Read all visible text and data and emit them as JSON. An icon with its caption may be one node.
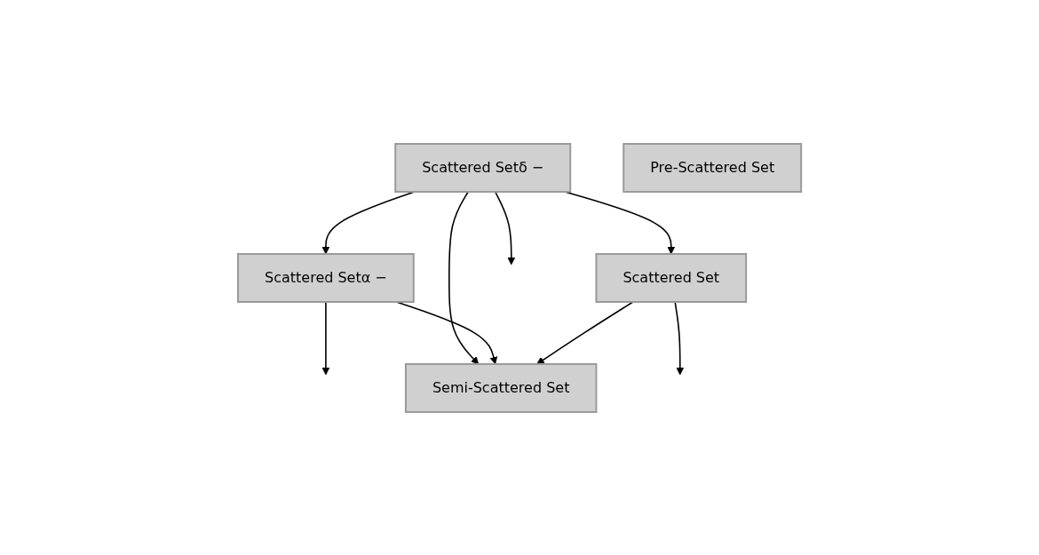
{
  "diagram": {
    "nodes": [
      {
        "text": [
          "Scattered Setα −"
        ]
      },
      {
        "text": [
          "Scattered Setδ −"
        ]
      },
      {
        "text": [
          "Scattered Set"
        ]
      },
      {
        "text": [
          "Semi-Scattered Set"
        ]
      },
      {
        "text": [
          "Pre-Scattered Set"
        ]
      }
    ],
    "edges": [
      {
        "from": 0,
        "to": null,
        "arrow": "to"
      },
      {
        "from": 1,
        "to": null,
        "arrow": "to"
      },
      {
        "from": 2,
        "to": null,
        "arrow": "to"
      },
      {
        "from": 1,
        "to": 0,
        "arrow": "to"
      },
      {
        "from": 1,
        "to": 2,
        "arrow": "to"
      },
      {
        "from": 1,
        "to": 3,
        "arrow": "to"
      },
      {
        "from": 0,
        "to": 3,
        "arrow": "to"
      },
      {
        "from": 2,
        "to": 3,
        "arrow": "to"
      }
    ]
  }
}
